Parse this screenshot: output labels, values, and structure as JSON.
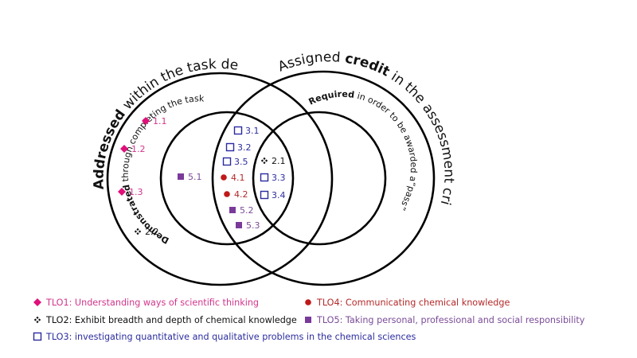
{
  "colors": {
    "tlo1": "#e0107a",
    "tlo2": "#111111",
    "tlo3": "#2a2aa0",
    "tlo4": "#c01818",
    "tlo5": "#7a3a9a",
    "tlo1_text": "#d2358c",
    "tlo4_text": "#b52a2a",
    "tlo5_text": "#7b4c98",
    "tlo3_text": "#2d2da0"
  },
  "arc_labels": {
    "outer_left": {
      "bold": "Addressed",
      "rest": " within the task design"
    },
    "outer_right": {
      "pre": "Assigned ",
      "bold": "credit",
      "rest": " in the assessment criteria"
    },
    "inner_left": {
      "bold": "Demonstrated",
      "rest": " through completing the task"
    },
    "inner_right": {
      "bold": "Required",
      "rest": " in order to be awarded a“pass”"
    }
  },
  "items": [
    {
      "id": "1.1",
      "tlo": "tlo1",
      "shape": "diamond",
      "region": "addressed only"
    },
    {
      "id": "1.2",
      "tlo": "tlo1",
      "shape": "diamond",
      "region": "addressed only"
    },
    {
      "id": "1.3",
      "tlo": "tlo1",
      "shape": "diamond",
      "region": "addressed only"
    },
    {
      "id": "2.2",
      "tlo": "tlo2",
      "shape": "clover",
      "region": "addressed only"
    },
    {
      "id": "5.1",
      "tlo": "tlo5",
      "shape": "square",
      "region": "demonstrated, not credited"
    },
    {
      "id": "3.1",
      "tlo": "tlo3",
      "shape": "open-square",
      "region": "demonstrated and credited"
    },
    {
      "id": "3.2",
      "tlo": "tlo3",
      "shape": "open-square",
      "region": "demonstrated and credited"
    },
    {
      "id": "3.5",
      "tlo": "tlo3",
      "shape": "open-square",
      "region": "demonstrated and credited"
    },
    {
      "id": "4.1",
      "tlo": "tlo4",
      "shape": "circle",
      "region": "demonstrated and credited"
    },
    {
      "id": "4.2",
      "tlo": "tlo4",
      "shape": "circle",
      "region": "demonstrated and credited"
    },
    {
      "id": "5.2",
      "tlo": "tlo5",
      "shape": "square",
      "region": "demonstrated and credited"
    },
    {
      "id": "5.3",
      "tlo": "tlo5",
      "shape": "square",
      "region": "demonstrated and credited"
    },
    {
      "id": "2.1",
      "tlo": "tlo2",
      "shape": "clover",
      "region": "demonstrated and required"
    },
    {
      "id": "3.3",
      "tlo": "tlo3",
      "shape": "open-square",
      "region": "demonstrated and required"
    },
    {
      "id": "3.4",
      "tlo": "tlo3",
      "shape": "open-square",
      "region": "demonstrated and required"
    }
  ],
  "legend": [
    {
      "key": "tlo1",
      "shape": "diamond",
      "text": "TLO1: Understanding ways of scientific thinking"
    },
    {
      "key": "tlo2",
      "shape": "clover",
      "text": "TLO2: Exhibit breadth and depth of chemical knowledge"
    },
    {
      "key": "tlo3",
      "shape": "open-square",
      "text": "TLO3: investigating quantitative and qualitative problems in the chemical sciences"
    },
    {
      "key": "tlo4",
      "shape": "circle",
      "text": "TLO4: Communicating chemical knowledge"
    },
    {
      "key": "tlo5",
      "shape": "square",
      "text": "TLO5: Taking personal, professional  and social responsibility"
    }
  ]
}
